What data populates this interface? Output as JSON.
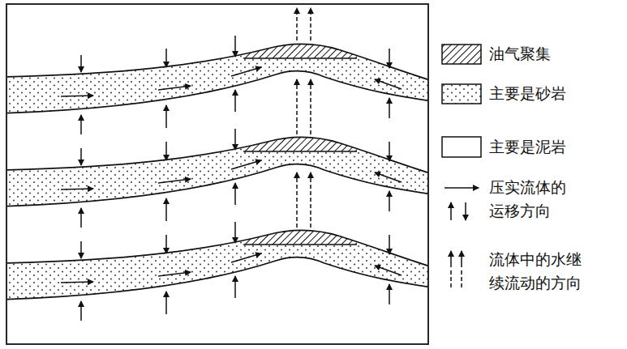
{
  "diagram": {
    "legend": [
      {
        "text": "油气聚集"
      },
      {
        "text": "主要是砂岩"
      },
      {
        "text": "主要是泥岩"
      },
      {
        "text": "压实流体的 运移方向"
      },
      {
        "text": "流体中的水继 续流动的方向"
      }
    ]
  }
}
